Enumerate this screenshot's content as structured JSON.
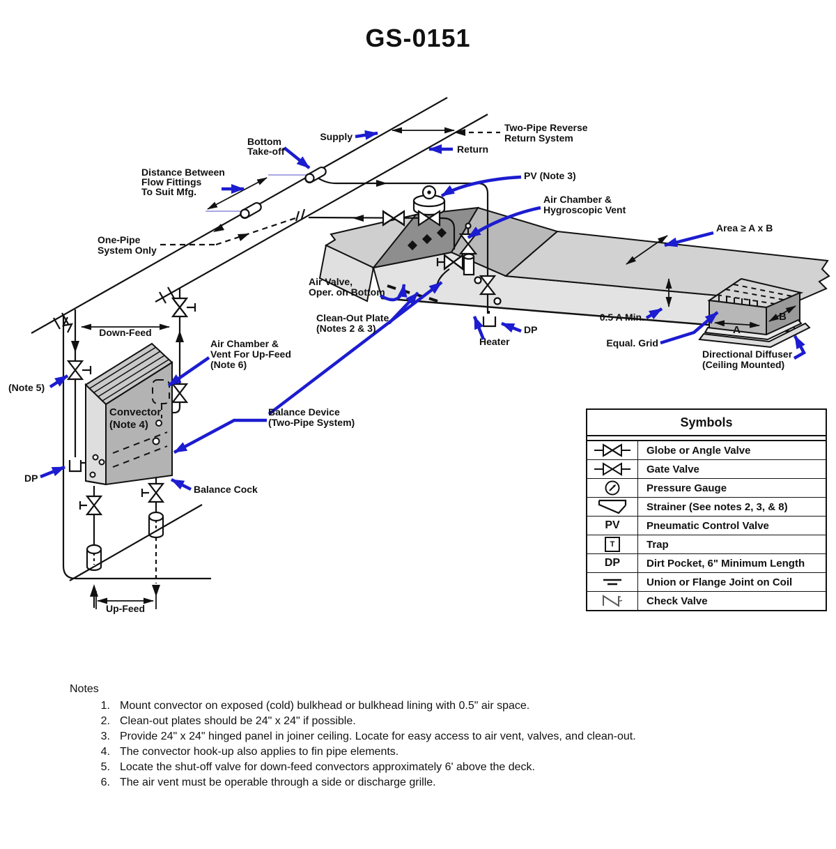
{
  "title": "GS-0151",
  "diagram": {
    "labels": {
      "two_pipe_reverse": [
        "Two-Pipe Reverse",
        "Return System"
      ],
      "supply": "Supply",
      "bottom_takeoff": [
        "Bottom",
        "Take-off"
      ],
      "return": "Return",
      "distance_between": [
        "Distance Between",
        "Flow Fittings",
        "To Suit Mfg."
      ],
      "pv_note3": "PV (Note 3)",
      "air_chamber_hygroscopic": [
        "Air Chamber &",
        "Hygroscopic Vent"
      ],
      "one_pipe": [
        "One-Pipe",
        "System Only"
      ],
      "area_ab": "Area ≥ A x B",
      "air_valve": [
        "Air Valve,",
        "Oper. on Bottom"
      ],
      "clean_out": [
        "Clean-Out Plate",
        "(Notes 2 & 3)"
      ],
      "down_feed": "Down-Feed",
      "half_a_min": "0.5 A Min.",
      "dp_right": "DP",
      "heater": "Heater",
      "equal_grid": "Equal. Grid",
      "air_chamber_upfeed": [
        "Air Chamber &",
        "Vent For Up-Feed",
        "(Note 6)"
      ],
      "directional_diffuser": [
        "Directional Diffuser",
        "(Ceiling Mounted)"
      ],
      "note5": "(Note 5)",
      "convector": [
        "Convector",
        "(Note 4)"
      ],
      "balance_device": [
        "Balance Device",
        "(Two-Pipe System)"
      ],
      "dp_left": "DP",
      "balance_cock": "Balance Cock",
      "up_feed": "Up-Feed",
      "dim_a": "A",
      "dim_b": "B"
    },
    "colors": {
      "line": "#111111",
      "leader_blue": "#1c1cd0",
      "duct_light": "#d2d2d2",
      "duct_mid": "#b9b9b9",
      "duct_dark": "#8e8e8e"
    }
  },
  "symbols_table": {
    "title": "Symbols",
    "rows": [
      {
        "symbol_text": "",
        "icon": "globe-valve",
        "label": "Globe or Angle Valve"
      },
      {
        "symbol_text": "",
        "icon": "gate-valve",
        "label": "Gate Valve"
      },
      {
        "symbol_text": "",
        "icon": "pressure-gauge",
        "label": "Pressure Gauge"
      },
      {
        "symbol_text": "",
        "icon": "strainer",
        "label": "Strainer (See notes 2, 3, & 8)"
      },
      {
        "symbol_text": "PV",
        "icon": "",
        "label": "Pneumatic Control Valve"
      },
      {
        "symbol_text": "T",
        "icon": "trap-box",
        "label": "Trap"
      },
      {
        "symbol_text": "DP",
        "icon": "",
        "label": "Dirt Pocket, 6\" Minimum Length"
      },
      {
        "symbol_text": "",
        "icon": "union",
        "label": "Union or Flange Joint on Coil"
      },
      {
        "symbol_text": "",
        "icon": "check-valve",
        "label": "Check Valve"
      }
    ]
  },
  "notes": {
    "heading": "Notes",
    "items": [
      {
        "num": "1.",
        "text": "Mount convector on exposed (cold) bulkhead or bulkhead lining with 0.5\" air space."
      },
      {
        "num": "2.",
        "text": "Clean-out plates should be 24\" x 24\" if possible."
      },
      {
        "num": "3.",
        "text": "Provide 24\" x 24\" hinged panel in joiner ceiling. Locate for easy access to air vent, valves, and clean-out."
      },
      {
        "num": "4.",
        "text": "The convector hook-up also applies to fin pipe elements."
      },
      {
        "num": "5.",
        "text": "Locate the shut-off valve for down-feed convectors approximately 6' above the deck."
      },
      {
        "num": "6.",
        "text": "The air vent must be operable through a side or discharge grille."
      }
    ]
  }
}
